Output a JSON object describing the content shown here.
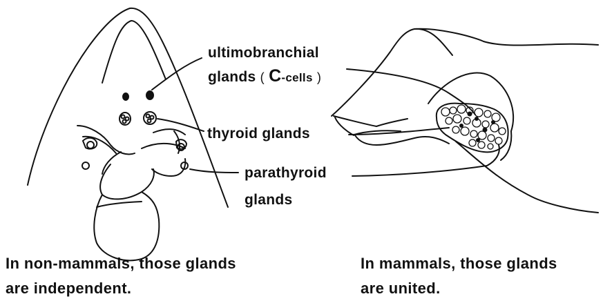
{
  "labels": {
    "ultimobranchial_line1": "ultimobranchial",
    "ultimobranchial_line2": "glands",
    "c_cells_paren_open": "(",
    "c_cells_prefix": "C",
    "c_cells_suffix": "-cells",
    "c_cells_paren_close": ")",
    "thyroid": "thyroid glands",
    "parathyroid_line1": "parathyroid",
    "parathyroid_line2": "glands"
  },
  "captions": {
    "non_mammals_line1": "In non-mammals, those glands",
    "non_mammals_line2": "are independent.",
    "mammals_line1": "In mammals, those glands",
    "mammals_line2": "are united."
  },
  "colors": {
    "ink": "#111111",
    "background": "#ffffff"
  }
}
